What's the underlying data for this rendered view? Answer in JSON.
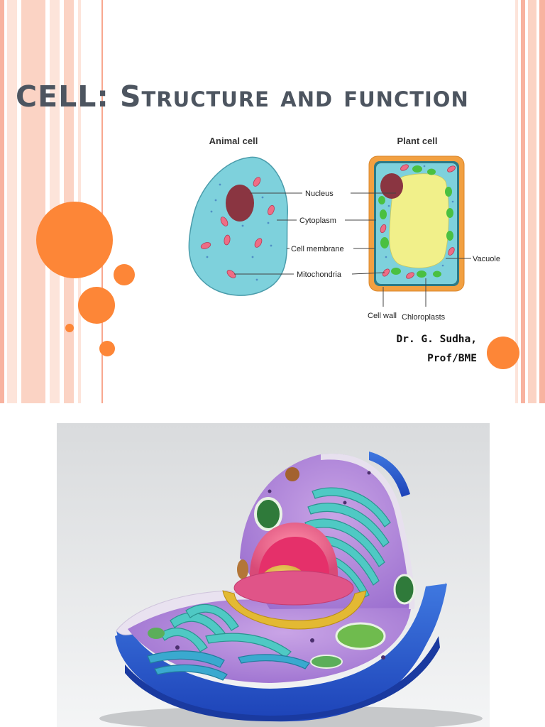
{
  "slide": {
    "title_part1": "CELL: ",
    "title_part2": "Structure and function",
    "author_line1": "Dr. G. Sudha,",
    "author_line2": "Prof/BME"
  },
  "diagram": {
    "animal_title": "Animal cell",
    "plant_title": "Plant cell",
    "labels": {
      "nucleus": "Nucleus",
      "cytoplasm": "Cytoplasm",
      "cell_membrane": "Cell membrane",
      "mitochondria": "Mitochondria",
      "vacuole": "Vacuole",
      "cell_wall": "Cell wall",
      "chloroplasts": "Chloroplasts"
    }
  },
  "colors": {
    "accent_orange": "#fd8637",
    "stripe_pink": "#f8b3a0",
    "title_gray": "#4d5560",
    "cytoplasm_blue": "#7ed1dc",
    "nucleus_maroon": "#8a3541",
    "vacuole_yellow": "#f1f08a",
    "chloroplast_green": "#4ac041",
    "cell_wall_orange": "#f2a041"
  }
}
